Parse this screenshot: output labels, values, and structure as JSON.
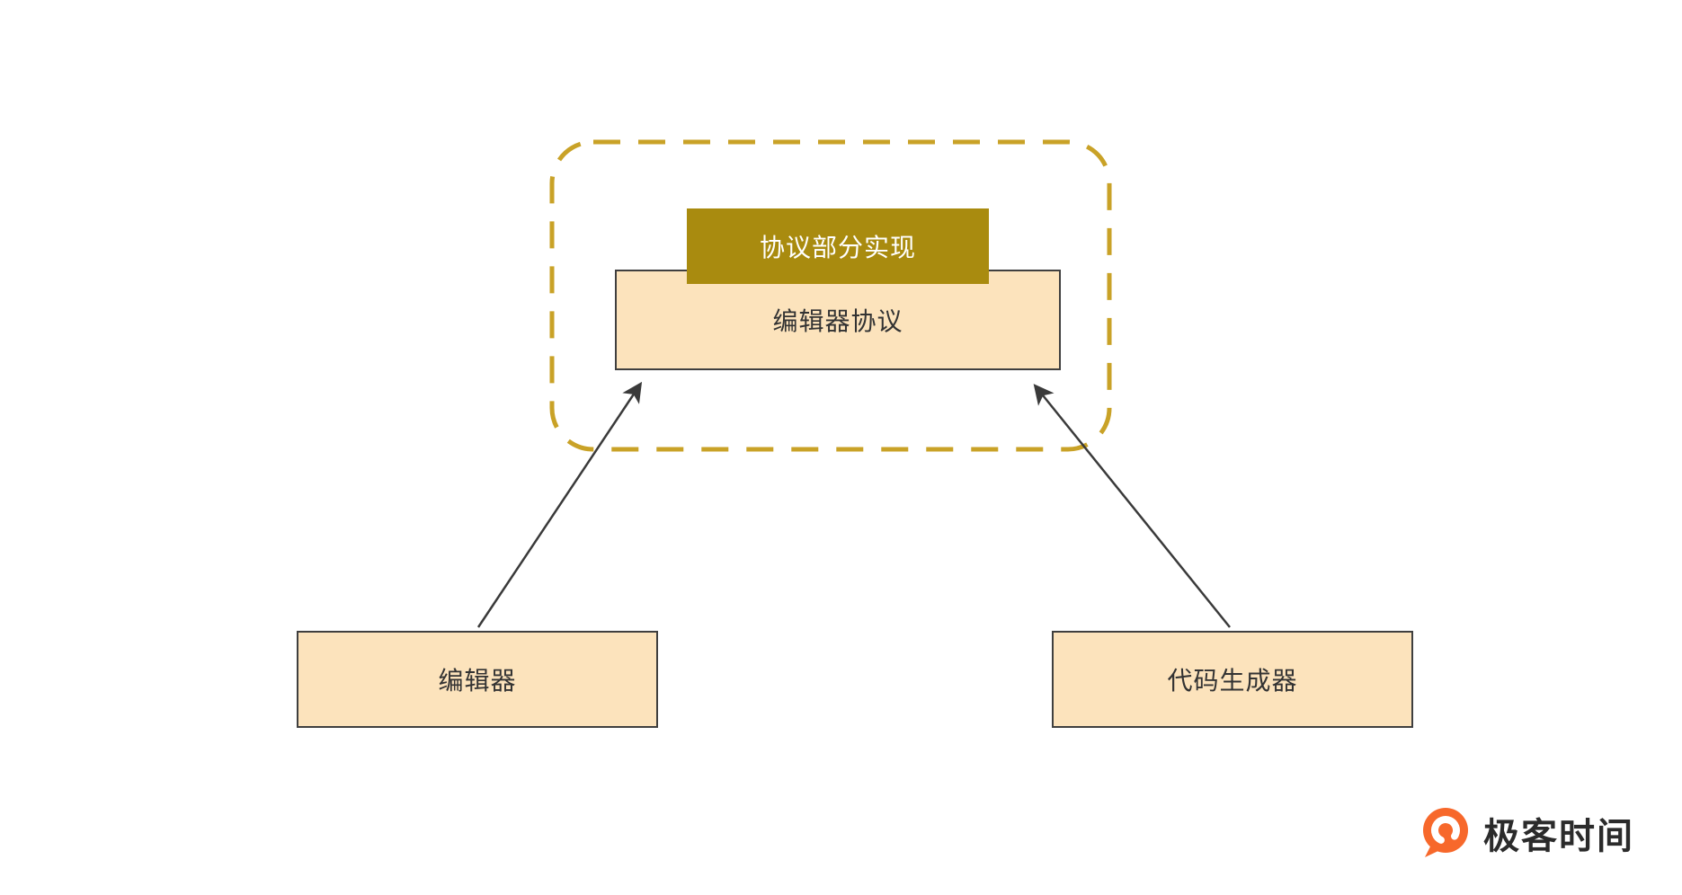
{
  "diagram": {
    "dashed_group": {
      "description": "dashed rounded boundary grouping the protocol implementation"
    },
    "protocol_impl_box": {
      "label": "协议部分实现"
    },
    "editor_protocol_box": {
      "label": "编辑器协议"
    },
    "editor_box": {
      "label": "编辑器"
    },
    "codegen_box": {
      "label": "代码生成器"
    }
  },
  "branding": {
    "logo_text": "极客时间"
  },
  "colors": {
    "dashed_border": "#c9a227",
    "dark_gold_fill": "#a98b0f",
    "light_fill": "#fce3bc",
    "box_border": "#3f3f3f",
    "arrow": "#3a3a3a",
    "logo_orange": "#f7682b",
    "background": "#ffffff"
  }
}
